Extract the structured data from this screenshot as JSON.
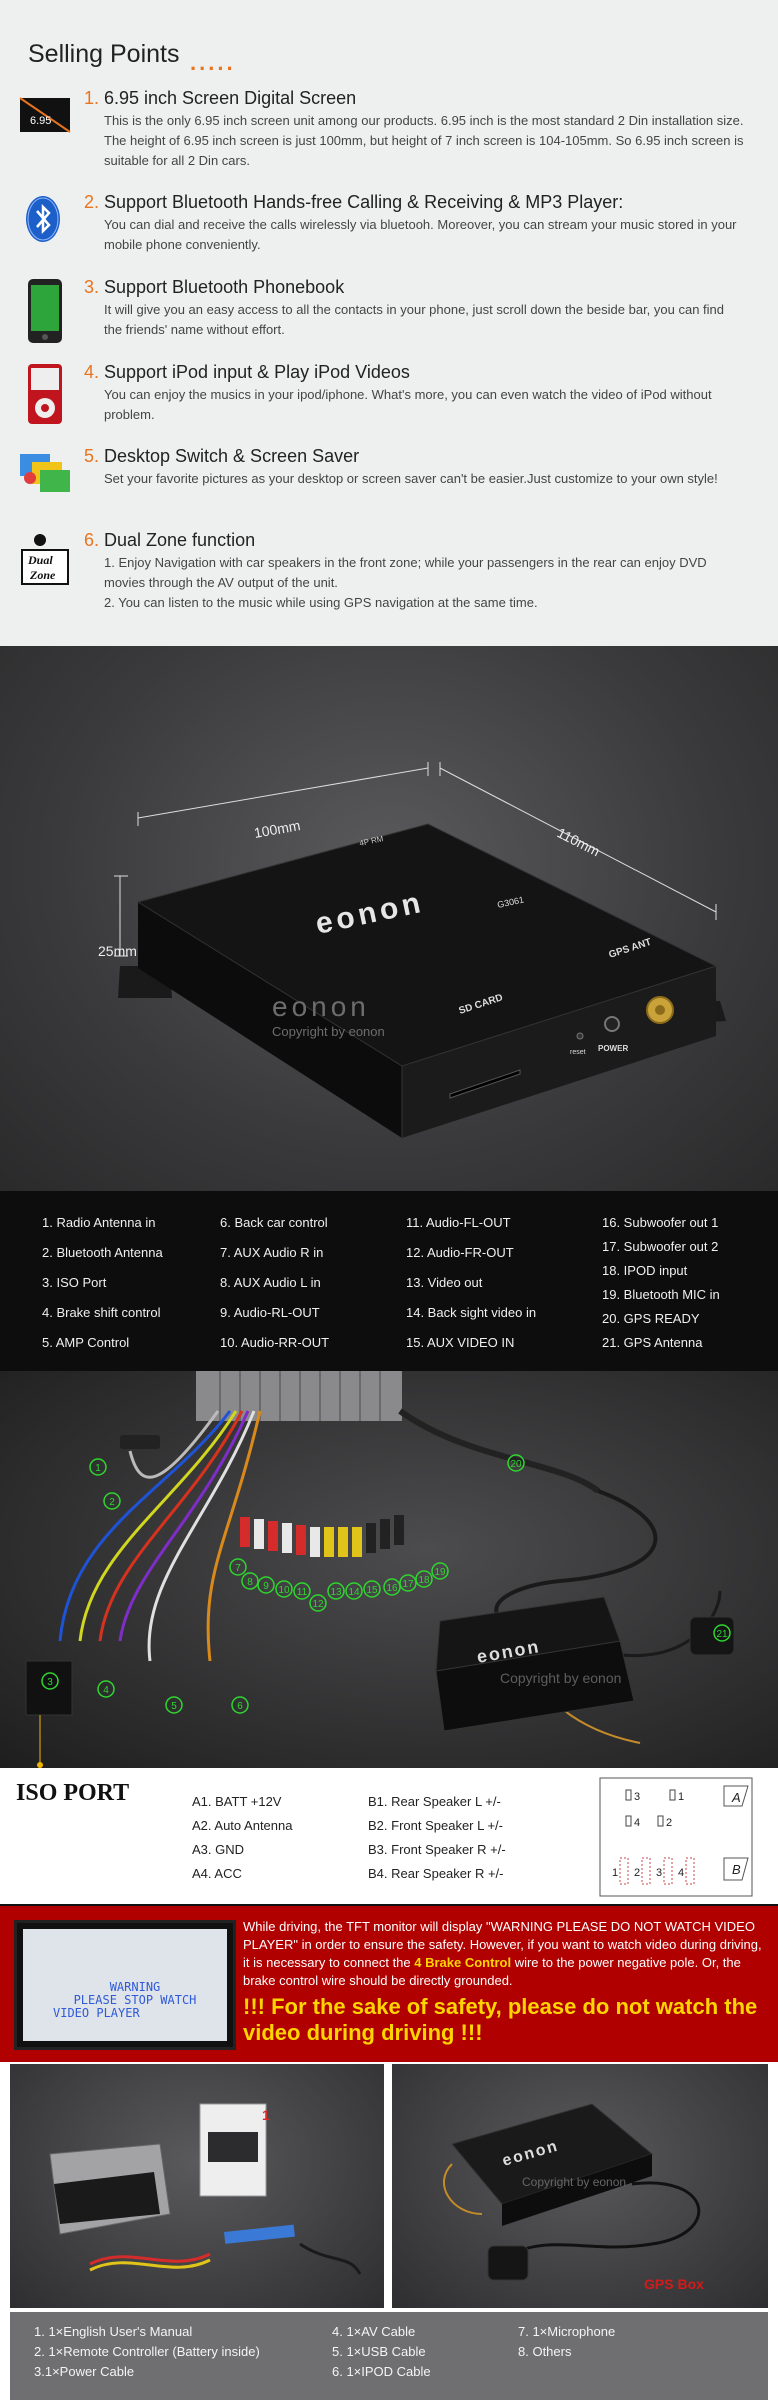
{
  "selling": {
    "title": "Selling Points",
    "dots": ".....",
    "points": [
      {
        "num": "1.",
        "title": "6.95 inch Screen Digital Screen",
        "text": "This is the only 6.95 inch screen unit among our products. 6.95 inch is the most standard 2 Din installation size. The height of 6.95 inch screen is just 100mm, but height of 7 inch screen is 104-105mm. So 6.95 inch screen is suitable for all 2 Din cars.",
        "icon": "screen-size-icon",
        "icon_label": "6.95"
      },
      {
        "num": "2.",
        "title": "Support Bluetooth Hands-free Calling & Receiving & MP3 Player:",
        "text": "You can dial and receive the calls wirelessly via bluetooh. Moreover, you can stream your music stored in your mobile phone conveniently.",
        "icon": "bluetooth-icon"
      },
      {
        "num": "3.",
        "title": "Support Bluetooth Phonebook",
        "text": "It will give you an easy access to all the contacts in your phone, just scroll down the beside bar, you can find the friends' name without effort.",
        "icon": "phone-icon"
      },
      {
        "num": "4.",
        "title": "Support iPod input & Play iPod Videos",
        "text": "You can enjoy the musics in your ipod/iphone. What's more, you can even watch the video of iPod without problem.",
        "icon": "ipod-icon"
      },
      {
        "num": "5.",
        "title": "Desktop Switch & Screen Saver",
        "text": "Set your favorite pictures as your desktop or screen saver can't be easier.Just customize to your own style!",
        "icon": "desktop-pictures-icon"
      },
      {
        "num": "6.",
        "title": "Dual Zone function",
        "text": "1. Enjoy Navigation with car speakers in the front zone; while your passengers in the rear can enjoy DVD movies through the AV output of the unit.",
        "text2": "2. You can listen to the music while using GPS navigation at the same time.",
        "icon": "dual-zone-icon",
        "icon_label1": "Dual",
        "icon_label2": "Zone"
      }
    ]
  },
  "dimensions": {
    "width_label": "100mm",
    "depth_label": "110mm",
    "height_label": "25mm",
    "brand": "eonon",
    "model": "G3061",
    "watermark_brand": "eonon",
    "copyright": "Copyright by eonon",
    "port_sd": "SD CARD",
    "port_gps": "GPS  ANT",
    "port_reset": "reset",
    "port_power": "POWER",
    "port_top": "4P  RM"
  },
  "connections": {
    "col1": [
      "1. Radio Antenna in",
      "2. Bluetooth Antenna",
      "3. ISO Port",
      "4. Brake shift control",
      "5. AMP Control"
    ],
    "col2": [
      "6. Back car control",
      "7. AUX Audio R in",
      "8. AUX Audio L in",
      "9. Audio-RL-OUT",
      "10. Audio-RR-OUT"
    ],
    "col3": [
      "11. Audio-FL-OUT",
      "12. Audio-FR-OUT",
      "13. Video out",
      "14. Back sight video in",
      "15. AUX VIDEO IN"
    ],
    "col4": [
      "16. Subwoofer out 1",
      "17. Subwoofer out 2",
      "18. IPOD input",
      "19. Bluetooth MIC in",
      "20. GPS READY",
      "21. GPS Antenna"
    ],
    "markers": [
      "1",
      "2",
      "3",
      "4",
      "5",
      "6",
      "7",
      "8",
      "9",
      "10",
      "11",
      "12",
      "13",
      "14",
      "15",
      "16",
      "17",
      "18",
      "19",
      "20",
      "21"
    ],
    "copyright": "Copyright by eonon",
    "watermark_brand": "eonon"
  },
  "iso": {
    "title": "ISO PORT",
    "a": [
      "A1.  BATT +12V",
      "A2.  Auto Antenna",
      "A3.  GND",
      "A4.  ACC"
    ],
    "b": [
      "B1.  Rear Speaker L  +/-",
      "B2.  Front Speaker L +/-",
      "B3.  Front Speaker R  +/-",
      "B4.  Rear Speaker R  +/-"
    ],
    "diagram": {
      "labels": [
        "3",
        "1",
        "4",
        "2",
        "1",
        "2",
        "3",
        "4",
        "A",
        "B"
      ]
    }
  },
  "warning": {
    "screen_lines": [
      "WARNING",
      "PLEASE STOP WATCH",
      "VIDEO PLAYER"
    ],
    "text_before": "While driving, the TFT monitor will display \"WARNING PLEASE DO NOT WATCH VIDEO PLAYER\" in order to ensure the safety. However, if you want to watch video during driving, it is necessary to connect the ",
    "text_highlight": "4 Brake Control",
    "text_after": " wire to the power negative pole. Or, the brake control wire should be directly grounded.",
    "big": "!!! For the sake of safety, please do not watch the video during driving !!!"
  },
  "package": {
    "gps_box": "GPS Box",
    "manual_num": "1",
    "copyright": "Copyright by eonon",
    "watermark_brand": "eonon",
    "col1": [
      "1. 1×English User's Manual",
      "2. 1×Remote Controller (Battery inside)",
      "3.1×Power Cable"
    ],
    "col2": [
      "4. 1×AV Cable",
      "5. 1×USB Cable",
      "6. 1×IPOD Cable"
    ],
    "col3": [
      "7. 1×Microphone",
      "8. Others"
    ]
  },
  "colors": {
    "accent": "#e9741e",
    "warning_bg": "#b00000",
    "highlight": "#ffd400",
    "marker": "#2fd62f"
  }
}
